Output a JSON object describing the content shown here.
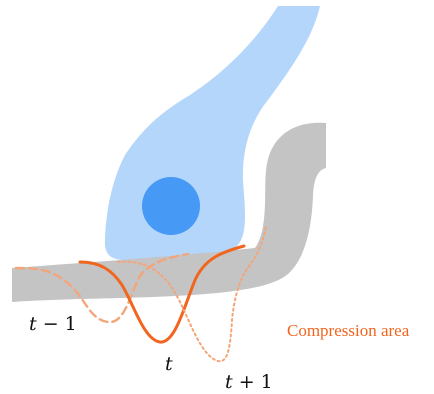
{
  "colors": {
    "hand": "#b5d6fb",
    "ball": "#4699f4",
    "tissue": "#c4c4c4",
    "curve": "#f1661f",
    "curve_light": "#f3a57a",
    "text": "#111111"
  },
  "labels": {
    "t_minus_1": {
      "var": "t",
      "op": "−",
      "num": "1"
    },
    "t": {
      "var": "t"
    },
    "t_plus_1": {
      "var": "t",
      "op": "+",
      "num": "1"
    },
    "compression_area": "Compression area"
  },
  "curves": [
    {
      "time_step": "t-1",
      "style": "dashed"
    },
    {
      "time_step": "t",
      "style": "solid"
    },
    {
      "time_step": "t+1",
      "style": "dotted"
    }
  ]
}
